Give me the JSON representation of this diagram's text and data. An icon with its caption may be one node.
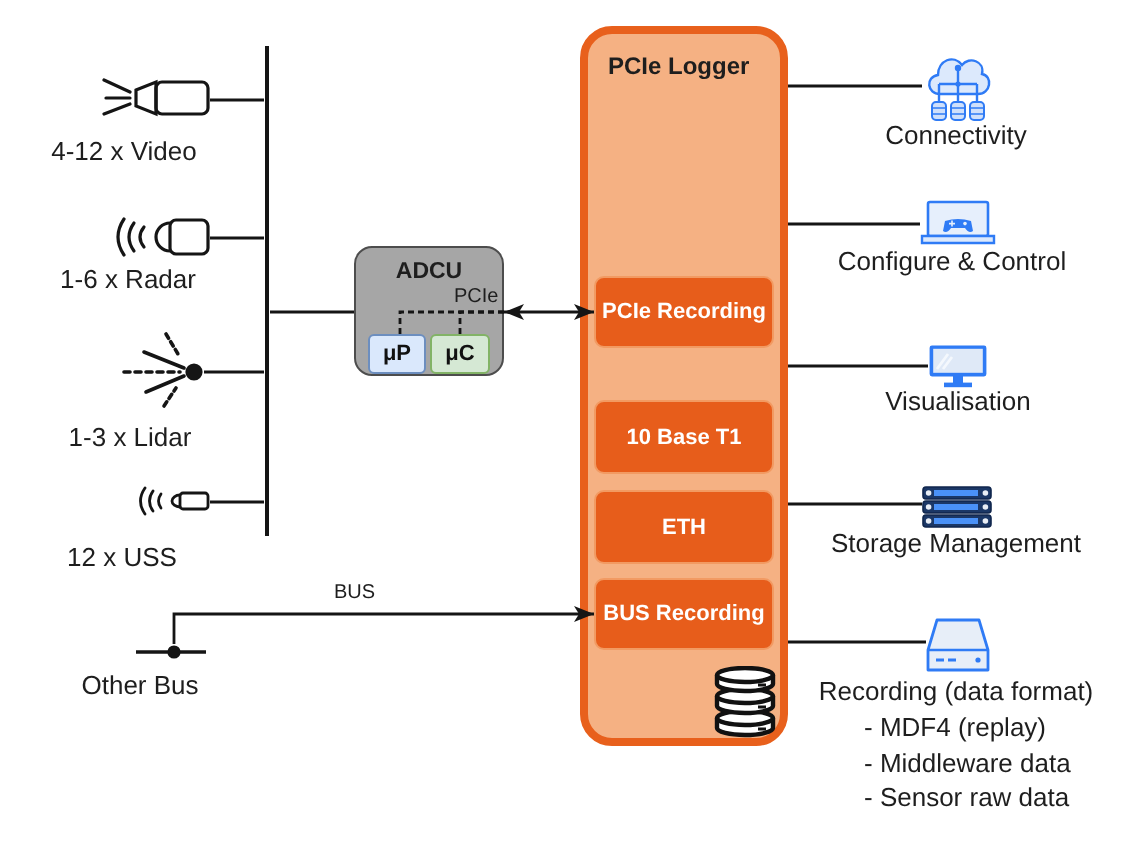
{
  "diagram": {
    "nodes": [
      {
        "text": [],
        "shape": "picture",
        "beside": [
          "4-12 x Video"
        ]
      },
      {
        "text": [],
        "shape": "picture",
        "beside": [
          "1-6 x Radar"
        ]
      },
      {
        "text": [],
        "shape": "picture",
        "beside": [
          "1-3 x Lidar"
        ]
      },
      {
        "text": [],
        "shape": "picture",
        "beside": [
          "12 x USS"
        ]
      },
      {
        "text": [],
        "shape": "bar"
      },
      {
        "text": [
          "ADCU"
        ]
      },
      {
        "text": [
          "μP"
        ],
        "in": 5
      },
      {
        "text": [
          "μC"
        ],
        "in": 5
      },
      {
        "text": [],
        "shape": "bar",
        "beside": [
          "Other Bus"
        ]
      },
      {
        "text": [
          "PCIe Logger"
        ]
      },
      {
        "text": [
          "PCIe Recording"
        ],
        "in": 9
      },
      {
        "text": [
          "10 Base T1"
        ],
        "in": 9
      },
      {
        "text": [
          "ETH"
        ],
        "in": 9
      },
      {
        "text": [
          "BUS Recording"
        ],
        "in": 9
      },
      {
        "text": [],
        "shape": "picture",
        "beside": [
          "Connectivity"
        ]
      },
      {
        "text": [],
        "shape": "picture",
        "beside": [
          "Configure & Control"
        ]
      },
      {
        "text": [],
        "shape": "picture",
        "beside": [
          "Visualisation"
        ]
      },
      {
        "text": [],
        "shape": "picture",
        "beside": [
          "Storage Management"
        ]
      },
      {
        "text": [],
        "shape": "picture",
        "beside": [
          "Recording (data format)",
          "- MDF4 (replay)",
          "- Middleware data",
          "- Sensor raw data"
        ]
      }
    ],
    "edges": [
      {
        "from": 0,
        "to": 4,
        "arrow": "none"
      },
      {
        "from": 1,
        "to": 4,
        "arrow": "none"
      },
      {
        "from": 2,
        "to": 4,
        "arrow": "none"
      },
      {
        "from": 3,
        "to": 4,
        "arrow": "none"
      },
      {
        "from": 4,
        "to": 5,
        "arrow": "none"
      },
      {
        "from": 5,
        "to": 10,
        "arrow": "both"
      },
      {
        "from": 6,
        "to": null,
        "arrow": "none",
        "style": "dashed",
        "label": "PCIe"
      },
      {
        "from": 7,
        "to": null,
        "arrow": "none",
        "style": "dashed"
      },
      {
        "from": 8,
        "to": 13,
        "arrow": "to",
        "label": "BUS"
      },
      {
        "from": 9,
        "to": 14,
        "arrow": "none"
      },
      {
        "from": 9,
        "to": 15,
        "arrow": "none"
      },
      {
        "from": 9,
        "to": 16,
        "arrow": "none"
      },
      {
        "from": 9,
        "to": 17,
        "arrow": "none"
      },
      {
        "from": 9,
        "to": 18,
        "arrow": "none"
      }
    ]
  }
}
